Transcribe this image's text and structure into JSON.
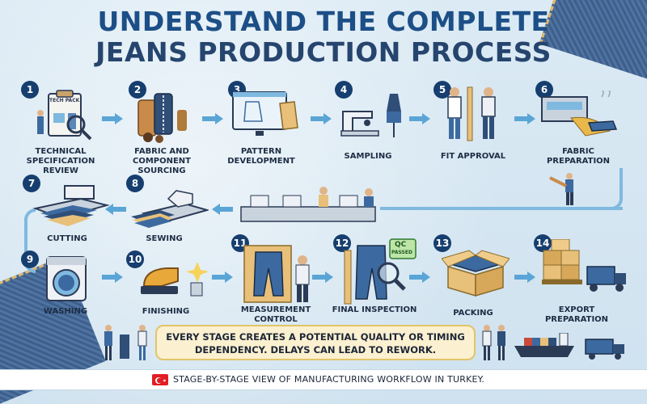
{
  "title": {
    "line1": "UNDERSTAND THE COMPLETE",
    "line2": "JEANS PRODUCTION PROCESS"
  },
  "steps": [
    {
      "num": "1",
      "label": "TECHNICAL SPECIFICATION REVIEW",
      "icon": "tech-pack-clipboard-icon"
    },
    {
      "num": "2",
      "label": "FABRIC AND COMPONENT SOURCING",
      "icon": "fabric-rolls-icon"
    },
    {
      "num": "3",
      "label": "PATTERN DEVELOPMENT",
      "icon": "pattern-screen-icon"
    },
    {
      "num": "4",
      "label": "SAMPLING",
      "icon": "sewing-machine-icon"
    },
    {
      "num": "5",
      "label": "FIT APPROVAL",
      "icon": "fit-check-icon"
    },
    {
      "num": "6",
      "label": "FABRIC PREPARATION",
      "icon": "fabric-press-icon"
    },
    {
      "num": "7",
      "label": "CUTTING",
      "icon": "cutting-machine-icon"
    },
    {
      "num": "8",
      "label": "SEWING",
      "icon": "sewing-station-icon"
    },
    {
      "num": "9",
      "label": "WASHING",
      "icon": "washing-machine-icon"
    },
    {
      "num": "10",
      "label": "FINISHING",
      "icon": "sander-icon"
    },
    {
      "num": "11",
      "label": "MEASUREMENT CONTROL",
      "icon": "measurement-icon"
    },
    {
      "num": "12",
      "label": "FINAL INSPECTION",
      "icon": "magnifier-jeans-icon"
    },
    {
      "num": "13",
      "label": "PACKING",
      "icon": "box-icon"
    },
    {
      "num": "14",
      "label": "EXPORT PREPARATION",
      "icon": "pallet-truck-icon"
    }
  ],
  "badges": {
    "tech_pack": "TECH PACK",
    "qc": "QC",
    "qc_passed": "PASSED"
  },
  "note": {
    "line1": "EVERY STAGE CREATES A POTENTIAL QUALITY OR TIMING",
    "line2": "DEPENDENCY. DELAYS CAN LEAD TO REWORK."
  },
  "footer": {
    "text": "STAGE-BY-STAGE VIEW OF MANUFACTURING WORKFLOW IN TURKEY.",
    "flag_icon": "turkey-flag-icon"
  },
  "colors": {
    "title": "#1d4f87",
    "number_badge": "#163e6f",
    "arrow": "#5aa5d6",
    "note_bg": "#fbf0cf",
    "denim": "#3e5f8a"
  }
}
